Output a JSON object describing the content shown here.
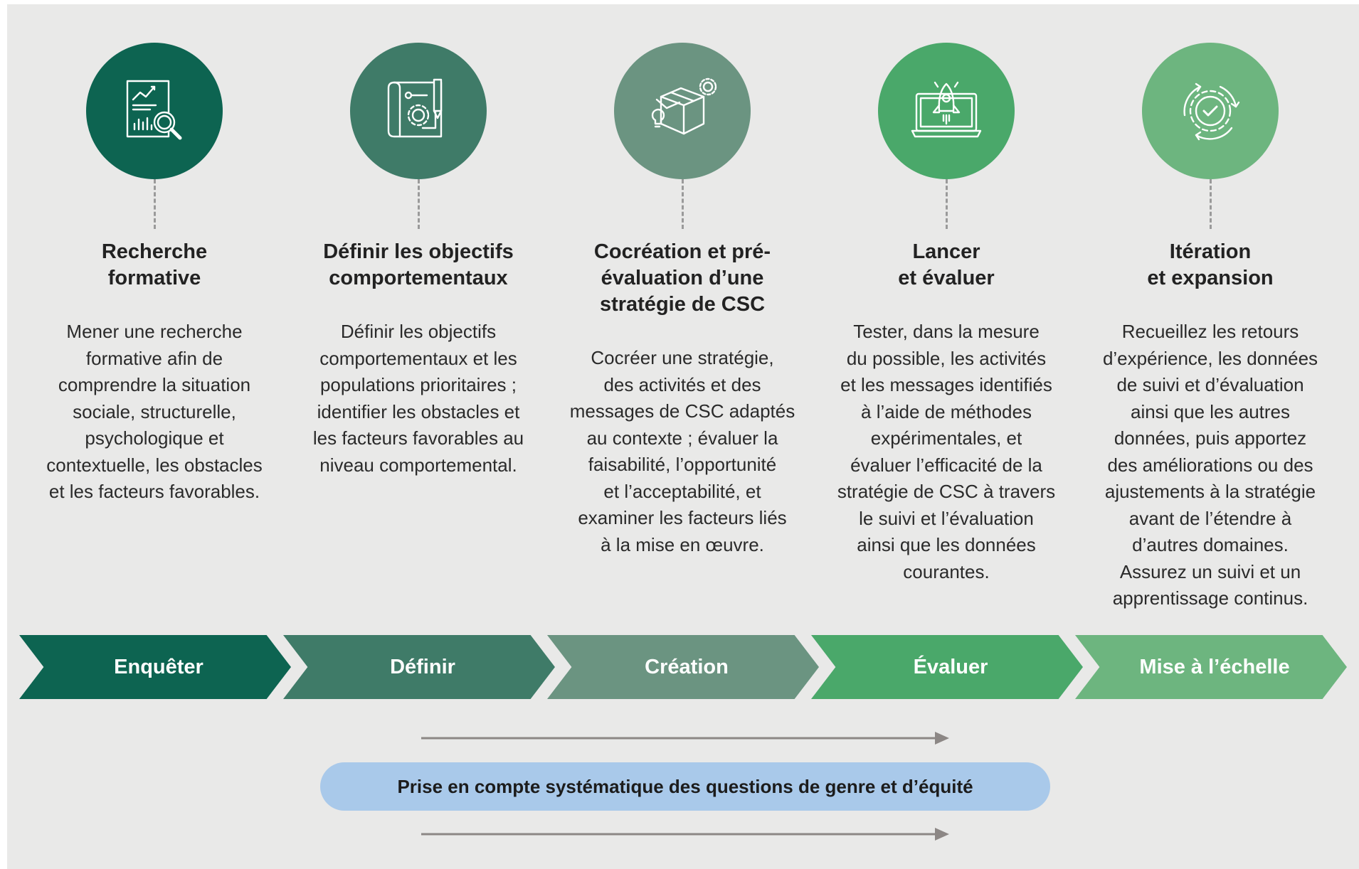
{
  "colors": {
    "background": "#e9e9e8",
    "stage1": "#0d6451",
    "stage2": "#3f7b68",
    "stage3": "#6b9481",
    "stage4": "#4aa86a",
    "stage5": "#6db57f",
    "pill": "#a9c9ea",
    "arrow": "#8c8785"
  },
  "stages": [
    {
      "icon": "research-report-magnifier-icon",
      "title": "Recherche\nformative",
      "description": "Mener une recherche\nformative afin de\ncomprendre la situation\nsociale, structurelle,\npsychologique et\ncontextuelle, les obstacles\net les facteurs favorables.",
      "chevron": "Enquêter"
    },
    {
      "icon": "blueprint-gear-pencil-icon",
      "title": "Définir les objectifs\ncomportementaux",
      "description": "Définir les objectifs\ncomportementaux et les\npopulations prioritaires ;\nidentifier les obstacles et\nles facteurs favorables au\nniveau comportemental.",
      "chevron": "Définir"
    },
    {
      "icon": "box-lightbulb-gear-icon",
      "title": "Cocréation et pré-\névaluation d’une\nstratégie de CSC",
      "description": "Cocréer une stratégie,\ndes activités et des\nmessages de CSC adaptés\nau contexte ; évaluer la\nfaisabilité, l’opportunité\net l’acceptabilité, et\nexaminer les facteurs liés\nà la mise en œuvre.",
      "chevron": "Création"
    },
    {
      "icon": "laptop-rocket-icon",
      "title": "Lancer\net évaluer",
      "description": "Tester, dans la mesure\ndu possible, les activités\net les messages identifiés\nà l’aide de méthodes\nexpérimentales, et\névaluer l’efficacité de la\nstratégie de CSC à travers\nle suivi et l’évaluation\nainsi que les données\ncourantes.",
      "chevron": "Évaluer"
    },
    {
      "icon": "gear-cycle-check-icon",
      "title": "Itération\net expansion",
      "description": "Recueillez les retours\nd’expérience, les données\nde suivi et d’évaluation\nainsi que les autres\ndonnées, puis apportez\ndes améliorations ou des\najustements à la stratégie\navant de l’étendre à\nd’autres domaines.\nAssurez un suivi et un\napprentissage continus.",
      "chevron": "Mise à l’échelle"
    }
  ],
  "banner": {
    "label": "Prise en compte systématique des questions de genre et d’équité"
  }
}
